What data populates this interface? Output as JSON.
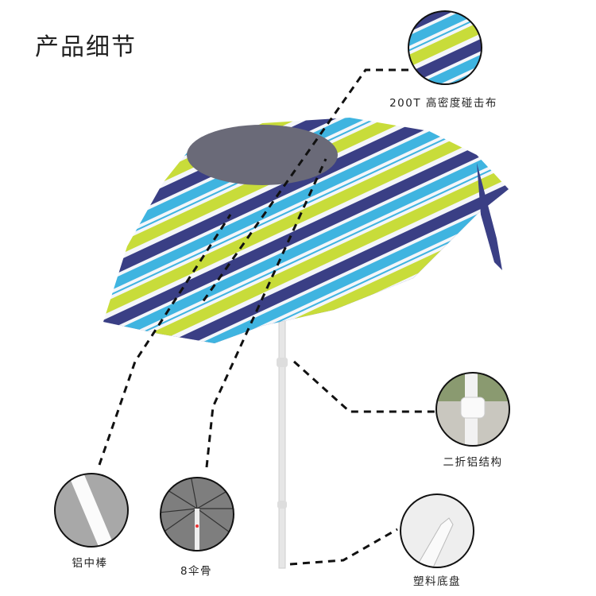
{
  "title": "产品细节",
  "colors": {
    "navy": "#3a3f85",
    "sky": "#3fb4e0",
    "lime": "#c8dc3a",
    "white": "#f4f6fa",
    "pole": "#e6e6e6"
  },
  "callouts": [
    {
      "label": "200T 高密度碰击布",
      "icon": "fabric-closeup"
    },
    {
      "label": "二折铝结构",
      "icon": "folding-joint-closeup"
    },
    {
      "label": "塑料底盘",
      "icon": "plastic-base-closeup"
    },
    {
      "label": "铝中棒",
      "icon": "aluminum-pole-closeup"
    },
    {
      "label": "8伞骨",
      "icon": "ribs-closeup"
    }
  ]
}
